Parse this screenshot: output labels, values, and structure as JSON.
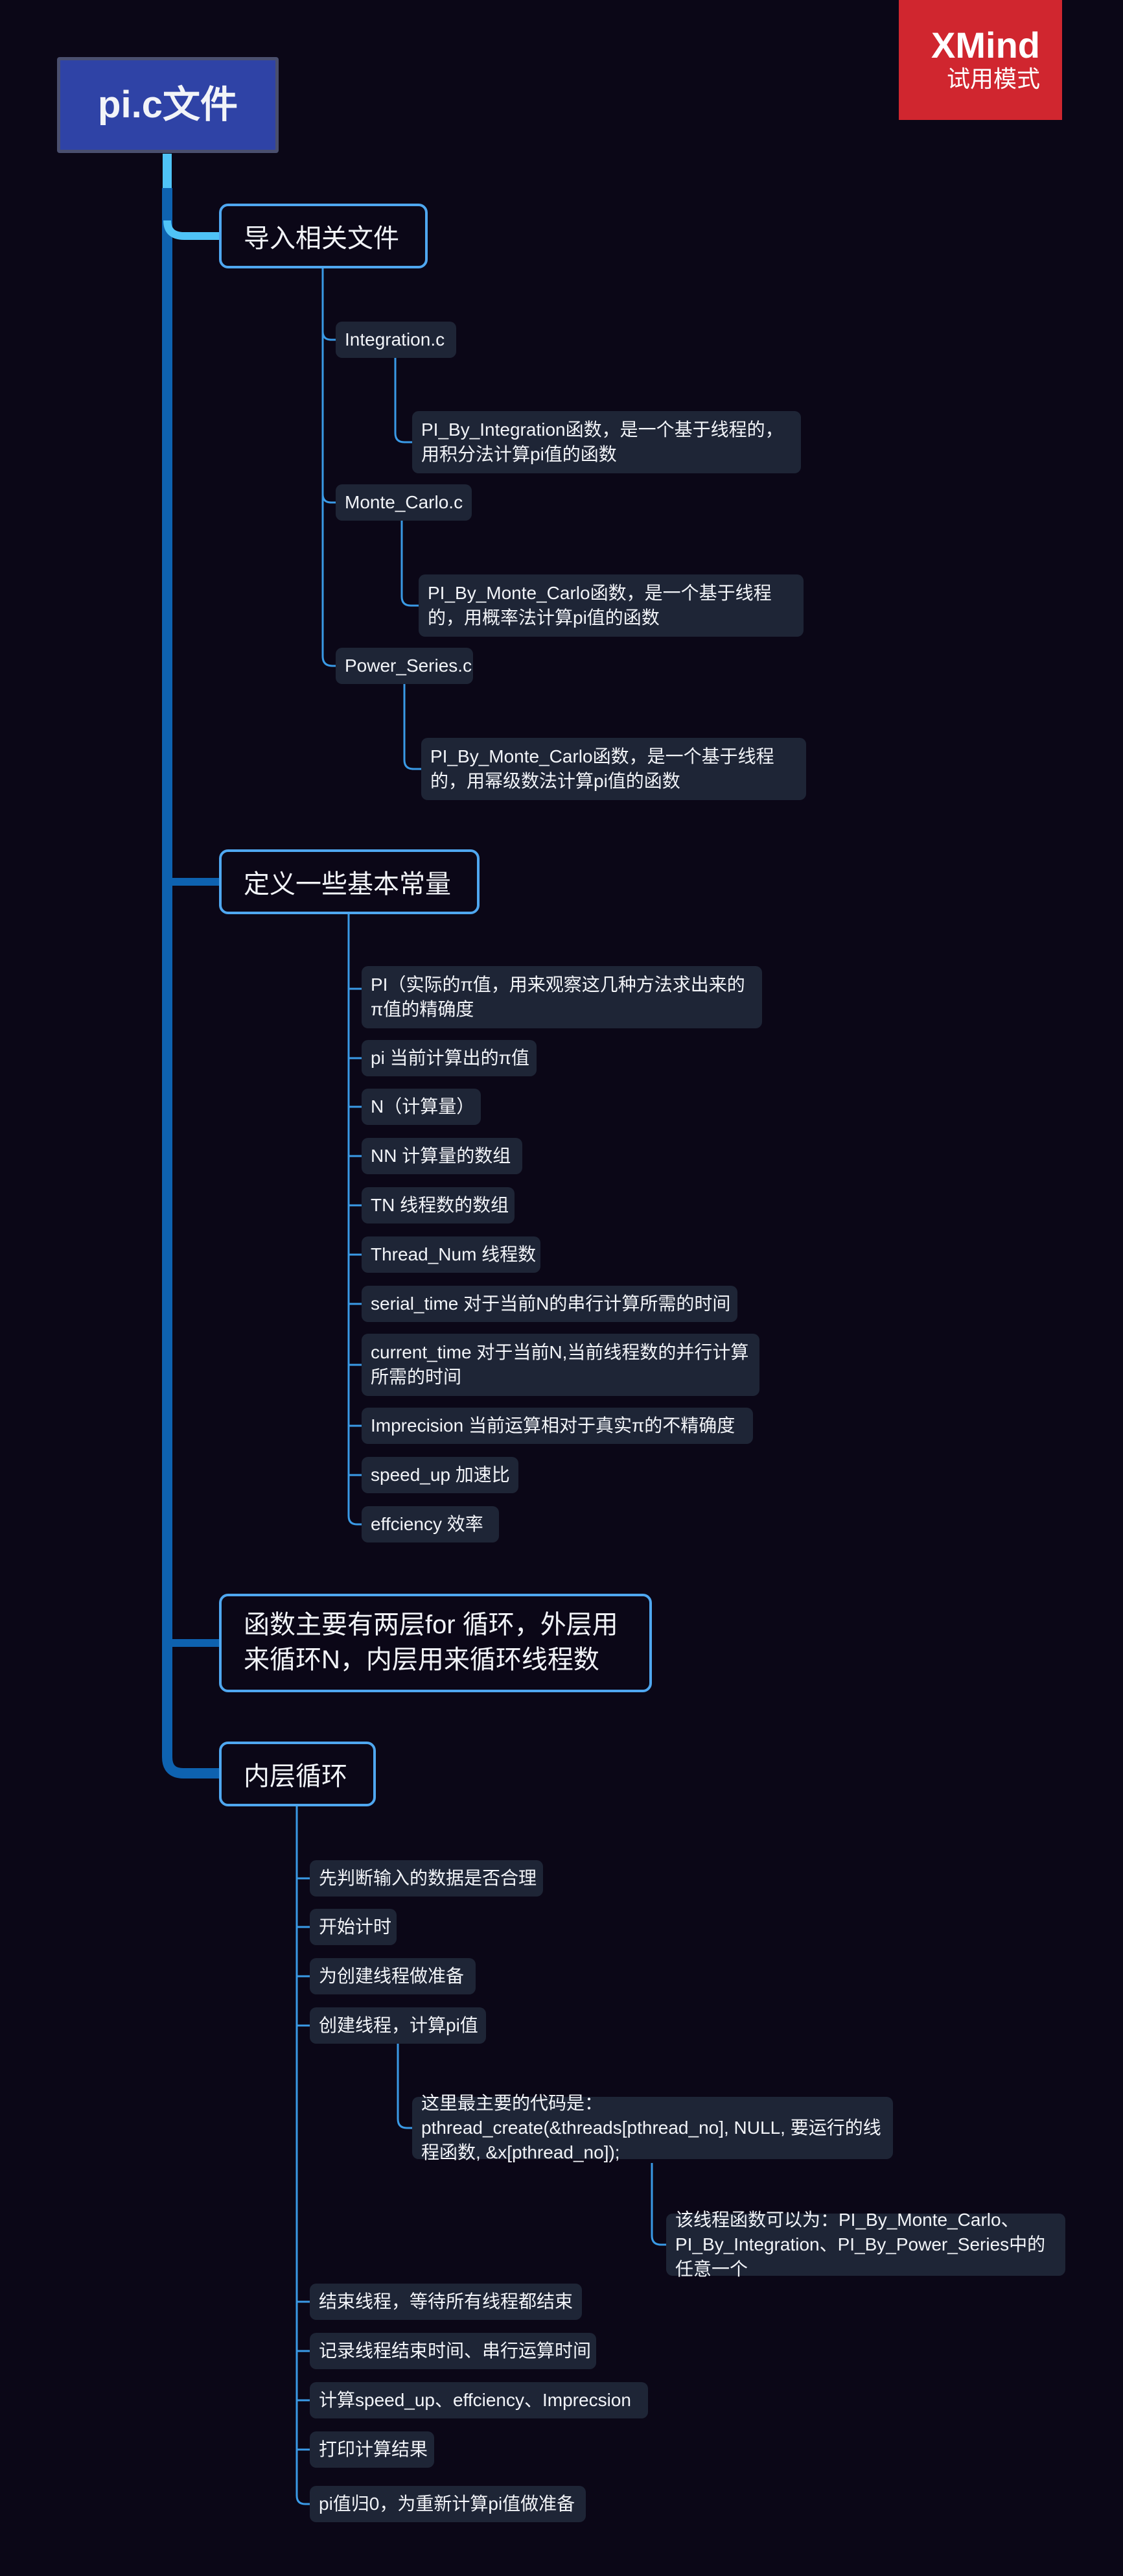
{
  "watermark": {
    "brand": "XMind",
    "mode": "试用模式"
  },
  "root": {
    "label": "pi.c文件"
  },
  "branches": {
    "imports": {
      "label": "导入相关文件",
      "integration": {
        "label": "Integration.c",
        "desc": "PI_By_Integration函数，是一个基于线程的，用积分法计算pi值的函数"
      },
      "monte_carlo": {
        "label": "Monte_Carlo.c",
        "desc": "PI_By_Monte_Carlo函数，是一个基于线程的，用概率法计算pi值的函数"
      },
      "power_series": {
        "label": "Power_Series.c",
        "desc": "PI_By_Monte_Carlo函数，是一个基于线程的，用幂级数法计算pi值的函数"
      }
    },
    "constants": {
      "label": "定义一些基本常量",
      "items": [
        "PI（实际的π值，用来观察这几种方法求出来的π值的精确度",
        "pi 当前计算出的π值",
        "N（计算量）",
        "NN  计算量的数组",
        "TN 线程数的数组",
        "Thread_Num 线程数",
        "serial_time 对于当前N的串行计算所需的时间",
        "current_time 对于当前N,当前线程数的并行计算所需的时间",
        "Imprecision  当前运算相对于真实π的不精确度",
        "speed_up 加速比",
        "effciency 效率"
      ]
    },
    "loops": {
      "label": "函数主要有两层for 循环，外层用来循环N，内层用来循环线程数"
    },
    "inner": {
      "label": "内层循环",
      "steps": [
        "先判断输入的数据是否合理",
        "开始计时",
        "为创建线程做准备",
        "创建线程，计算pi值",
        "结束线程，等待所有线程都结束",
        "记录线程结束时间、串行运算时间",
        "计算speed_up、effciency、Imprecsion",
        "打印计算结果",
        "pi值归0，为重新计算pi值做准备"
      ],
      "create_code": "这里最主要的代码是：pthread_create(&threads[pthread_no], NULL, 要运行的线程函数, &x[pthread_no]);",
      "thread_func": "该线程函数可以为：PI_By_Monte_Carlo、PI_By_Integration、PI_By_Power_Series中的任意一个"
    }
  },
  "colors": {
    "background": "#0b0717",
    "root_fill": "#2f43a6",
    "main_border": "#4fa7f0",
    "sub_fill": "#1e2536",
    "trunk": "#0e62b0",
    "connector": "#3a9ae6",
    "watermark": "#d0262f"
  }
}
